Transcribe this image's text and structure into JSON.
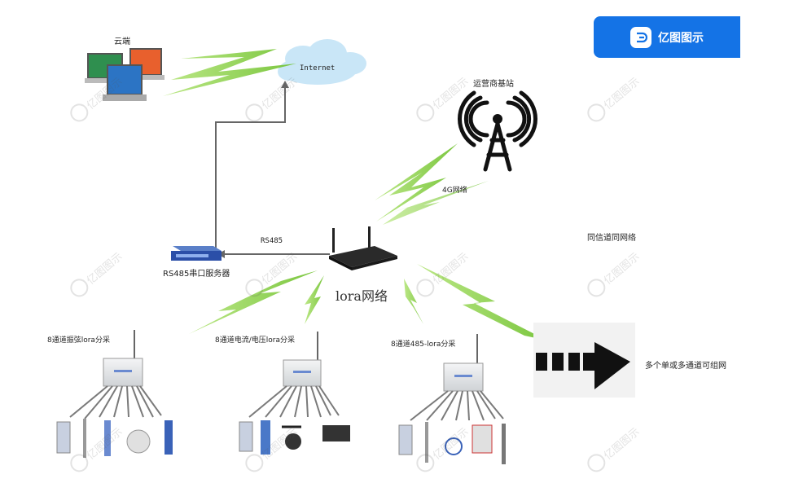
{
  "brand": {
    "name": "亿图图示",
    "logo_icon": "edraw-logo-icon",
    "color": "#1473e6"
  },
  "watermark": "亿图图示",
  "labels": {
    "cloud_end": "云端",
    "internet": "Internet",
    "base_station": "运营商基站",
    "net_4g": "4G网络",
    "rs485": "RS485",
    "rs485_server": "RS485串口服务器",
    "lora_network": "lora网络",
    "same_channel": "同信道同网络",
    "group_network": "多个单或多通道可组网",
    "ch_vibrating_wire": "8通道振弦lora分采",
    "ch_current_voltage": "8通道电流/电压lora分采",
    "ch_485": "8通道485-lora分采"
  },
  "colors": {
    "lightning": "#8dd24a",
    "line": "#666666",
    "cloud": "#c9e6f7"
  }
}
